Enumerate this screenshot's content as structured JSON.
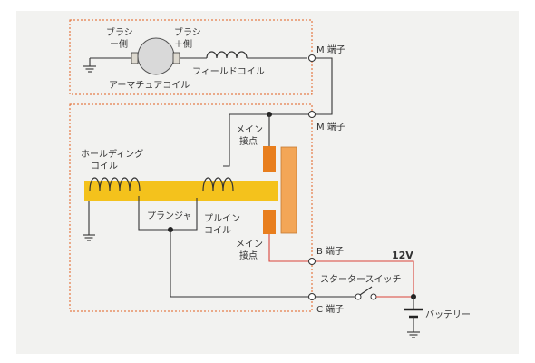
{
  "colors": {
    "background": "#f2f2f0",
    "dashed_box": "#e2601f",
    "wire": "#333333",
    "power_wire": "#d9443a",
    "voltage_label": "#d92020",
    "plunger": "#f4c21c",
    "contact": "#e87e1d",
    "contact_plate": "#f3a657"
  },
  "labels": {
    "brush_minus": [
      "ブラシ",
      "ー側"
    ],
    "brush_plus": [
      "ブラシ",
      "＋側"
    ],
    "field_coil": "フィールドコイル",
    "armature_coil": "アーマチュアコイル",
    "m_terminal_top": "M 端子",
    "m_terminal_bottom": "M 端子",
    "main_contact_top": [
      "メイン",
      "接点"
    ],
    "main_contact_bottom": [
      "メイン",
      "接点"
    ],
    "holding_coil": [
      "ホールディング",
      "コイル"
    ],
    "plunger": "プランジャ",
    "pull_in_coil": [
      "プルイン",
      "コイル"
    ],
    "b_terminal": "B 端子",
    "c_terminal": "C 端子",
    "voltage": "12V",
    "starter_switch": "スタータースイッチ",
    "battery": "バッテリー"
  }
}
